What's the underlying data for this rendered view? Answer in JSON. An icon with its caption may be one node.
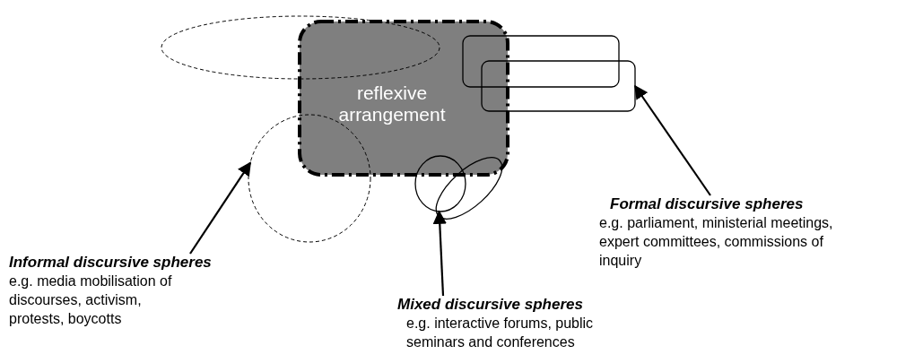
{
  "diagram": {
    "nodes": [
      {
        "text": [
          "reflexive arrangement"
        ]
      },
      {
        "text": [],
        "shape": "ellipse"
      },
      {
        "text": [],
        "shape": "circle"
      },
      {
        "text": [],
        "shape": "box"
      },
      {
        "text": [],
        "shape": "box"
      },
      {
        "text": [],
        "shape": "ellipse"
      },
      {
        "text": [],
        "shape": "ellipse"
      },
      {
        "text": [
          "Formal discursive spheres",
          "e.g. parliament, ministerial meetings, expert committees, commissions of inquiry"
        ]
      },
      {
        "text": [
          "Informal discursive spheres",
          "e.g. media mobilisation of discourses, activism, protests, boycotts"
        ]
      },
      {
        "text": [
          "Mixed discursive spheres",
          "e.g. interactive forums, public seminars and conferences"
        ]
      }
    ],
    "edges": [
      {
        "from": 7,
        "to": 4,
        "arrow": "to"
      },
      {
        "from": 8,
        "to": 2,
        "arrow": "to"
      },
      {
        "from": 9,
        "to": 5,
        "arrow": "to"
      }
    ]
  }
}
